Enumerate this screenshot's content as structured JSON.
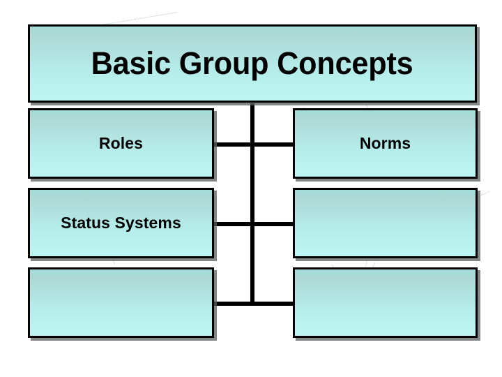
{
  "slide": {
    "title": "Basic Group Concepts",
    "background_color": "#ffffff",
    "box_fill_top": "#a4dcd7",
    "box_fill_bottom": "#bdf7f4",
    "box_border_color": "#000000",
    "box_shadow_color": "#5a5f5f",
    "text_color": "#000000",
    "connector_color": "#000000"
  },
  "boxes": [
    {
      "id": "roles",
      "label": "Roles"
    },
    {
      "id": "norms",
      "label": "Norms"
    },
    {
      "id": "status_systems",
      "label": "Status Systems"
    },
    {
      "id": "right_middle",
      "label": ""
    },
    {
      "id": "bottom_left",
      "label": ""
    },
    {
      "id": "bottom_right",
      "label": ""
    }
  ]
}
